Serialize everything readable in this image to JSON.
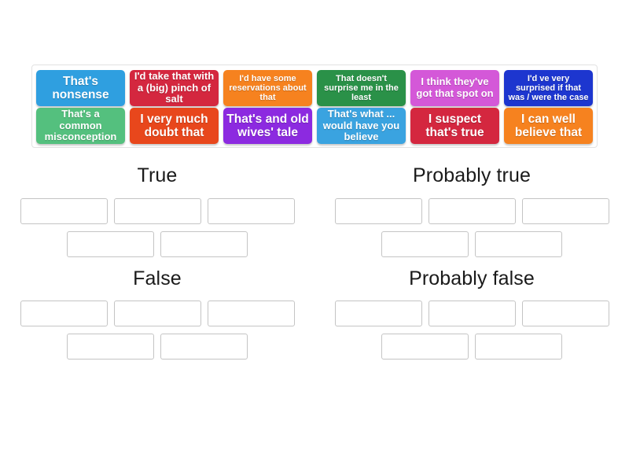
{
  "activity": {
    "type": "drag-and-drop-group-sort",
    "tray_label": "word-bank"
  },
  "tiles": [
    {
      "id": "tile-1",
      "text": "That's nonsense",
      "color": "#2f9fe0",
      "size": "lg",
      "row": 1,
      "col": 1
    },
    {
      "id": "tile-2",
      "text": "I'd take that with a (big) pinch of salt",
      "color": "#d4273f",
      "size": "md",
      "row": 1,
      "col": 2
    },
    {
      "id": "tile-3",
      "text": "I'd have some reservations about that",
      "color": "#f6821f",
      "size": "sm",
      "row": 1,
      "col": 3
    },
    {
      "id": "tile-4",
      "text": "That doesn't surprise me in the least",
      "color": "#2a9148",
      "size": "sm",
      "row": 1,
      "col": 4
    },
    {
      "id": "tile-5",
      "text": "I think they've got that spot on",
      "color": "#d458d8",
      "size": "md",
      "row": 1,
      "col": 5
    },
    {
      "id": "tile-6",
      "text": "I'd ve very surprised if that was / were the case",
      "color": "#1d36cf",
      "size": "sm",
      "row": 1,
      "col": 6
    },
    {
      "id": "tile-7",
      "text": "That's a common misconception",
      "color": "#54c07e",
      "size": "md",
      "row": 2,
      "col": 1
    },
    {
      "id": "tile-8",
      "text": "I very much doubt that",
      "color": "#e8471c",
      "size": "lg",
      "row": 2,
      "col": 2
    },
    {
      "id": "tile-9",
      "text": "That's and old wives' tale",
      "color": "#8c2ae0",
      "size": "lg",
      "row": 2,
      "col": 3
    },
    {
      "id": "tile-10",
      "text": "That's what ... would have you believe",
      "color": "#3aa3e0",
      "size": "md",
      "row": 2,
      "col": 4
    },
    {
      "id": "tile-11",
      "text": "I suspect that's true",
      "color": "#d4273f",
      "size": "lg",
      "row": 2,
      "col": 5
    },
    {
      "id": "tile-12",
      "text": "I can well believe that",
      "color": "#f6821f",
      "size": "lg",
      "row": 2,
      "col": 6
    }
  ],
  "quadrants": [
    {
      "id": "quadrant-true",
      "title": "True",
      "slot_rows": [
        [
          "",
          "",
          ""
        ],
        [
          "",
          ""
        ]
      ]
    },
    {
      "id": "quadrant-probably-true",
      "title": "Probably true",
      "slot_rows": [
        [
          "",
          "",
          ""
        ],
        [
          "",
          ""
        ]
      ]
    },
    {
      "id": "quadrant-false",
      "title": "False",
      "slot_rows": [
        [
          "",
          "",
          ""
        ],
        [
          "",
          ""
        ]
      ]
    },
    {
      "id": "quadrant-probably-false",
      "title": "Probably false",
      "slot_rows": [
        [
          "",
          "",
          ""
        ],
        [
          "",
          ""
        ]
      ]
    }
  ],
  "colors": {
    "page_background": "#ffffff",
    "tray_border": "#e2e2e2",
    "slot_border": "#c4c4c4",
    "title_text": "#1a1a1a",
    "tile_text": "#ffffff"
  }
}
